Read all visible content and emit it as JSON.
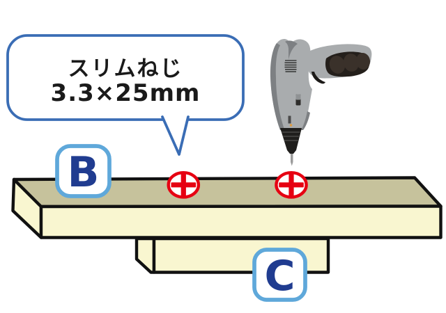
{
  "illustration": {
    "callout": {
      "line1": "スリムねじ",
      "line2": "3.3×25mm",
      "border_color": "#3a6db5",
      "fill": "#ffffff",
      "text_color": "#1a1a1a"
    },
    "badges": {
      "top_board_label": "B",
      "bottom_board_label": "C",
      "border_color": "#5fa8da",
      "fill": "#ffffff",
      "text_color": "#203c90"
    },
    "screw_markers": {
      "count": 2,
      "symbol": "phillips-head-cross",
      "color": "#e60012",
      "fill": "#ffffff"
    },
    "boards": {
      "top_face_color": "#c6c29c",
      "front_face_color": "#f9f6d0",
      "outline_color": "#111111"
    },
    "drill": {
      "name": "electric-screwdriver",
      "body_color": "#a9acae",
      "shade_color": "#7d8083",
      "trigger_color": "#1c1a18",
      "grip_color": "#241f1b",
      "grip_bump_color": "#3a312a",
      "chuck_color": "#1f1e1c",
      "bit_color": "#9b9b9b",
      "vent_color": "#3b3b3b",
      "accent_dot_color": "#df9b3e"
    }
  }
}
